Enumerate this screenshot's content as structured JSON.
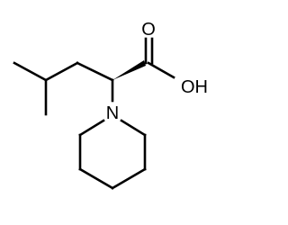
{
  "structure": {
    "atoms": {
      "carbonyl_oxygen": "O",
      "hydroxyl": "OH",
      "nitrogen": "N"
    },
    "colors": {
      "bond": "#000000",
      "label": "#000000",
      "background": "#ffffff"
    }
  }
}
